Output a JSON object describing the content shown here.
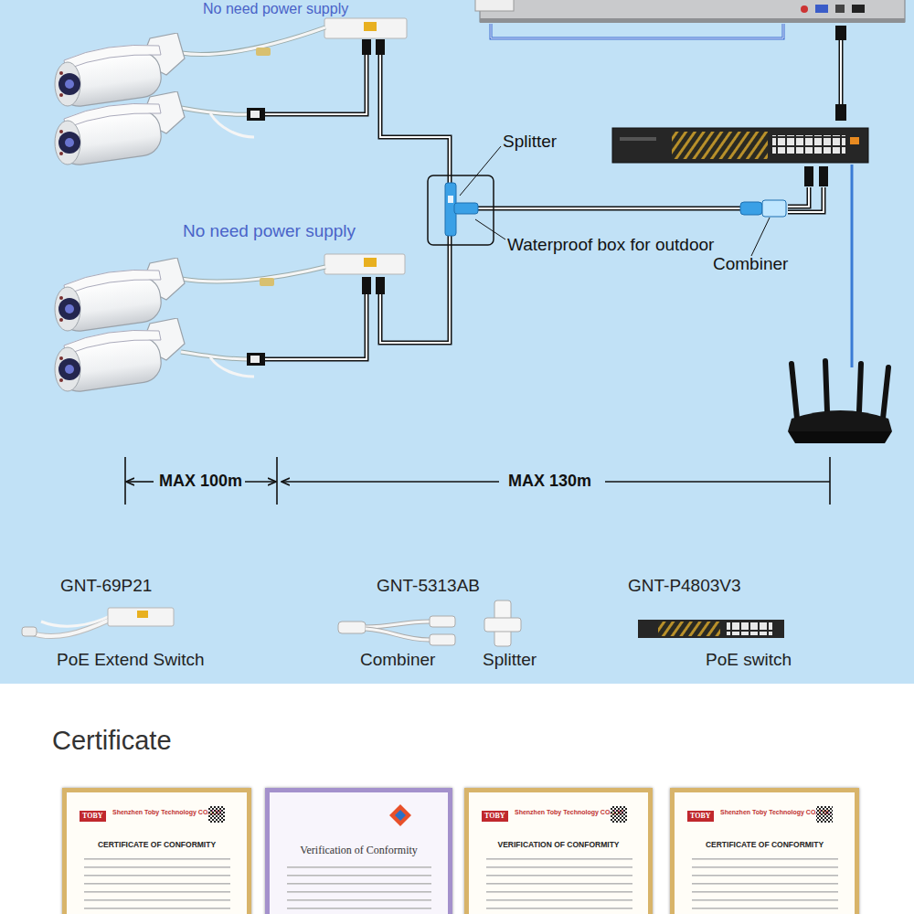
{
  "diagram": {
    "nodes": [
      {
        "text": [
          "TOBY",
          "Shenzhen Toby Technology CO.,Ltd.",
          "CERTIFICATE OF CONFORMITY"
        ]
      },
      {
        "text": [
          "Verification of Conformity"
        ]
      },
      {
        "text": [
          "TOBY",
          "Shenzhen Toby Technology CO.,Ltd.",
          "VERIFICATION OF CONFORMITY"
        ]
      },
      {
        "text": [
          "TOBY",
          "Shenzhen Toby Technology CO.,Ltd.",
          "CERTIFICATE OF CONFORMITY"
        ]
      }
    ],
    "labels": [
      "No need power supply",
      "Splitter",
      "No need power supply",
      "Waterproof box for outdoor",
      "Combiner",
      "MAX 100m",
      "MAX 130m",
      "GNT-69P21",
      "GNT-5313AB",
      "GNT-P4803V3",
      "PoE Extend Switch",
      "Combiner",
      "Splitter",
      "PoE switch",
      "Certificate"
    ]
  }
}
